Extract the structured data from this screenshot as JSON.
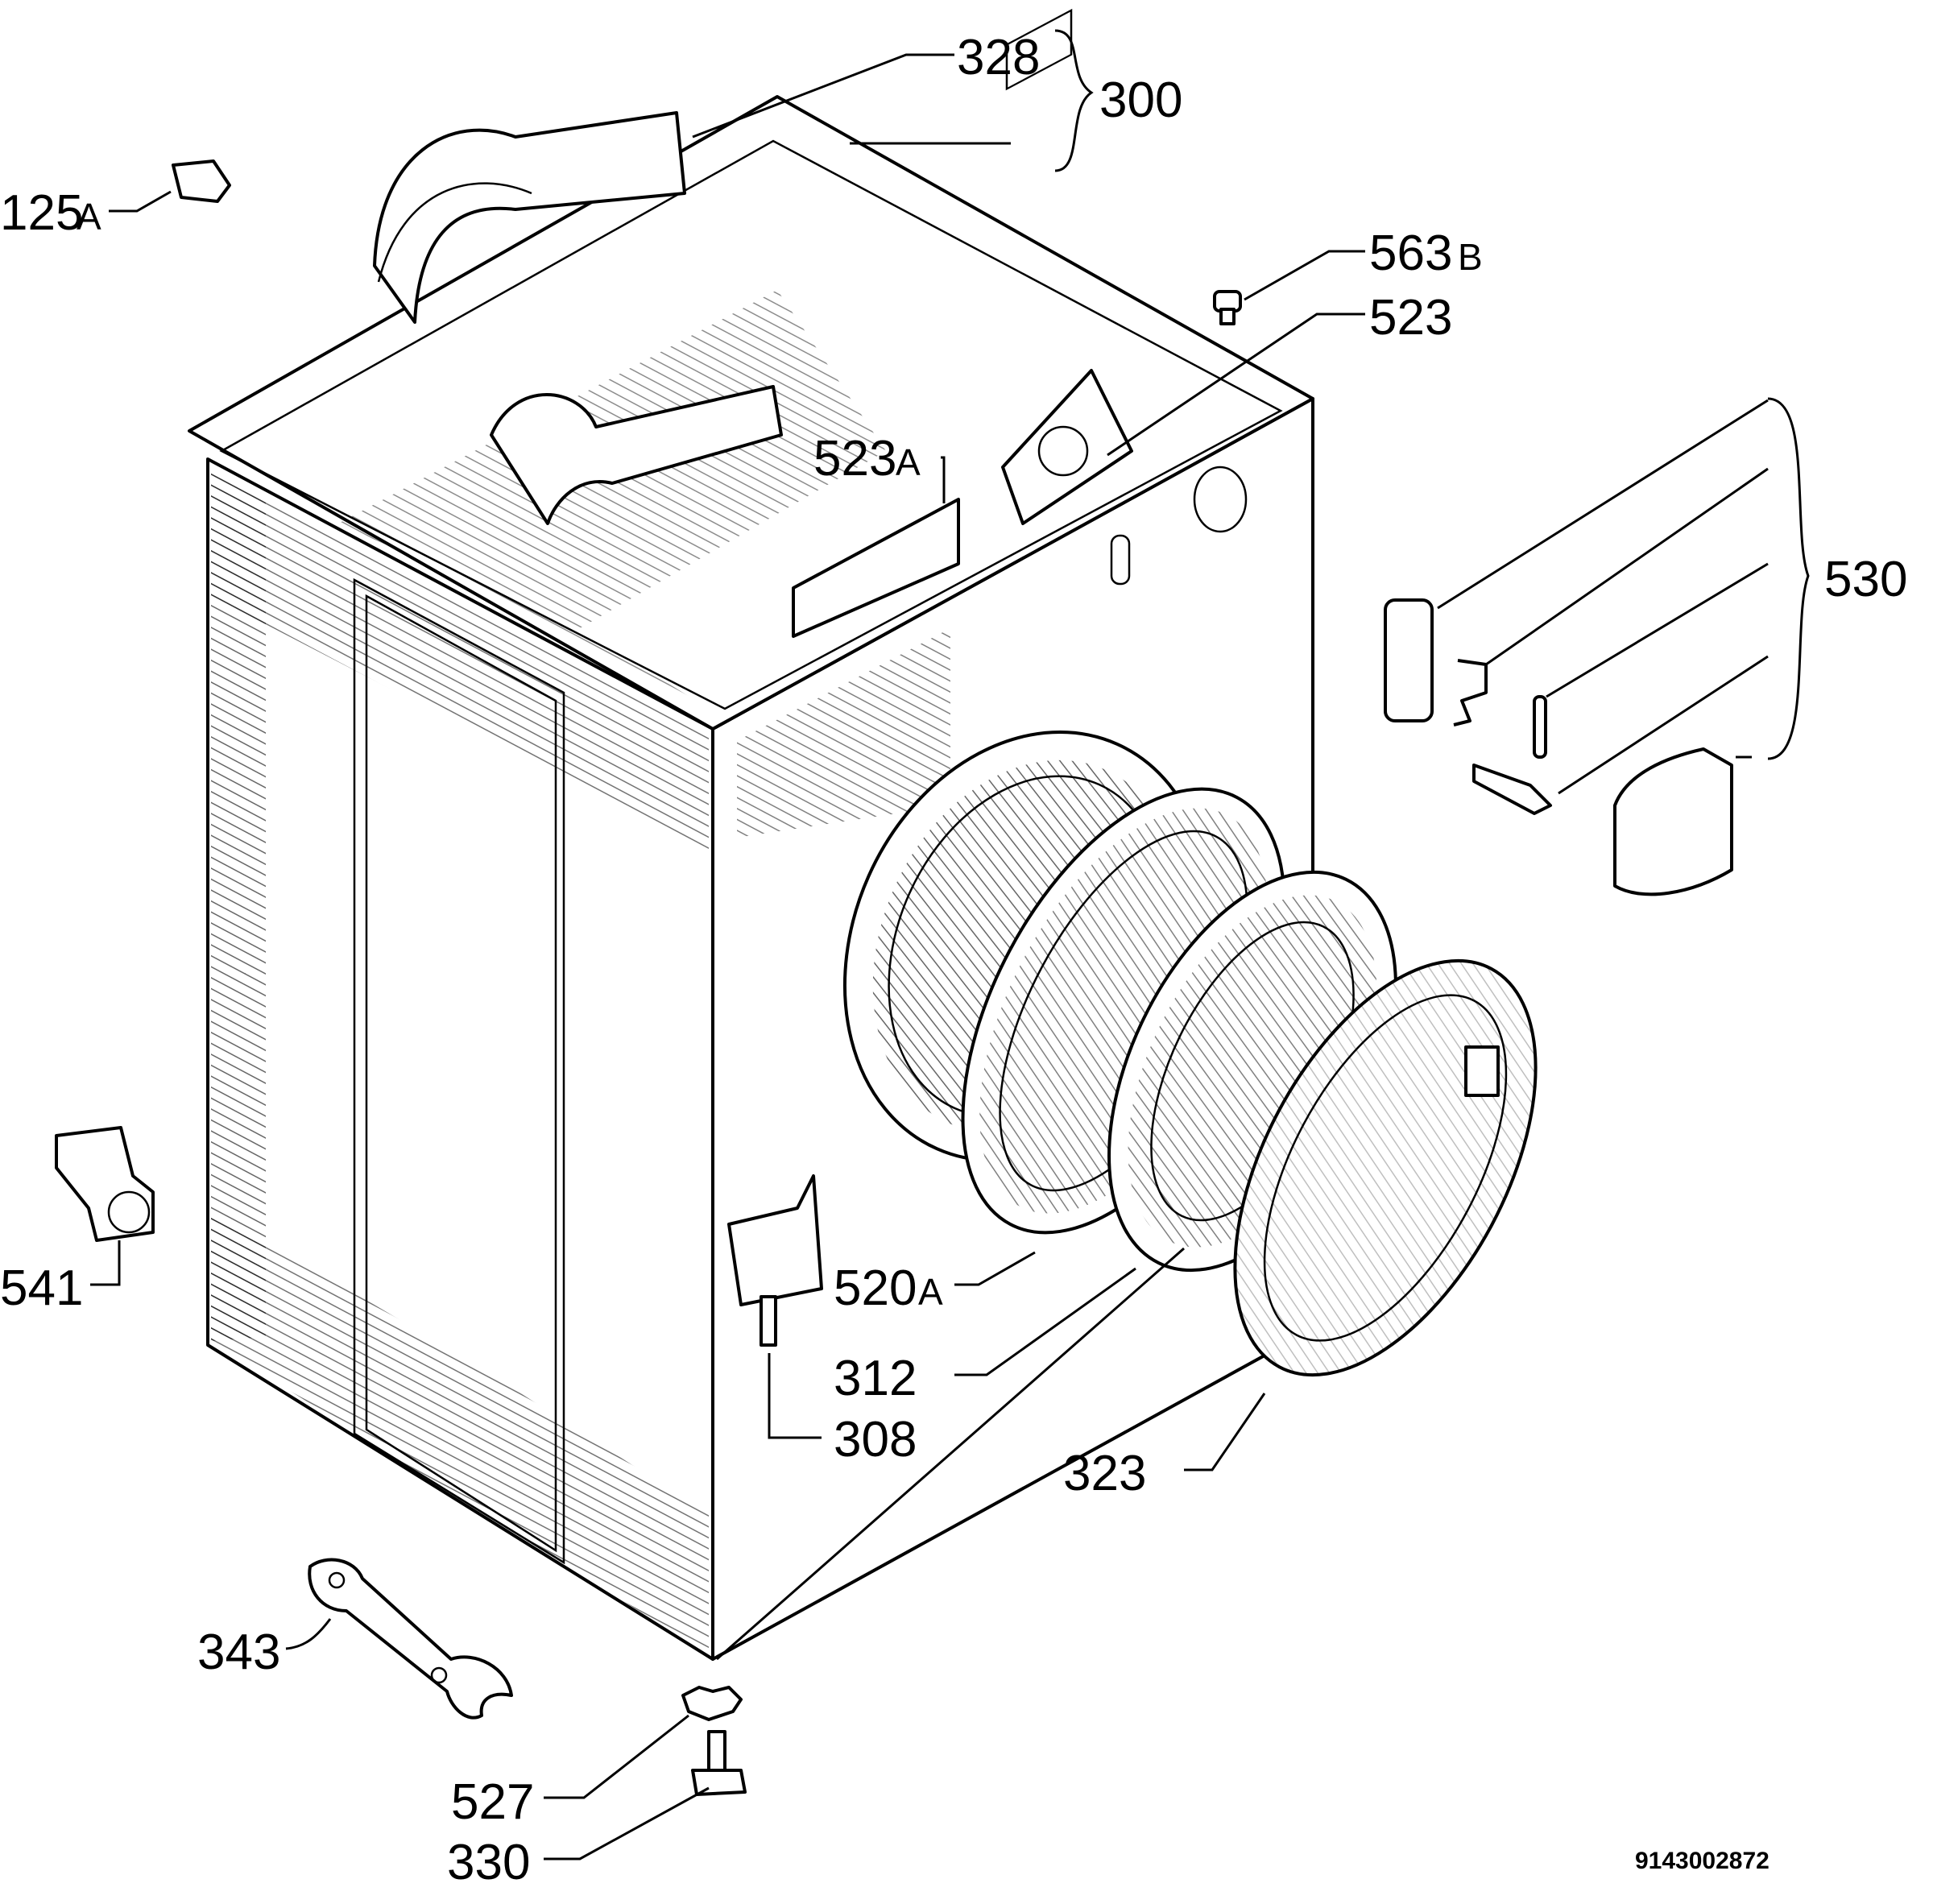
{
  "labels": {
    "l328": "328",
    "l300": "300",
    "l125": "125",
    "l125_sfx": "A",
    "l563": "563",
    "l563_sfx": "B",
    "l523": "523",
    "l523a": "523",
    "l523a_sfx": "A",
    "l530": "530",
    "l541": "541",
    "l520a": "520",
    "l520a_sfx": "A",
    "l312": "312",
    "l308": "308",
    "l323": "323",
    "l343": "343",
    "l527": "527",
    "l330": "330"
  },
  "diagram_code": "9143002872"
}
